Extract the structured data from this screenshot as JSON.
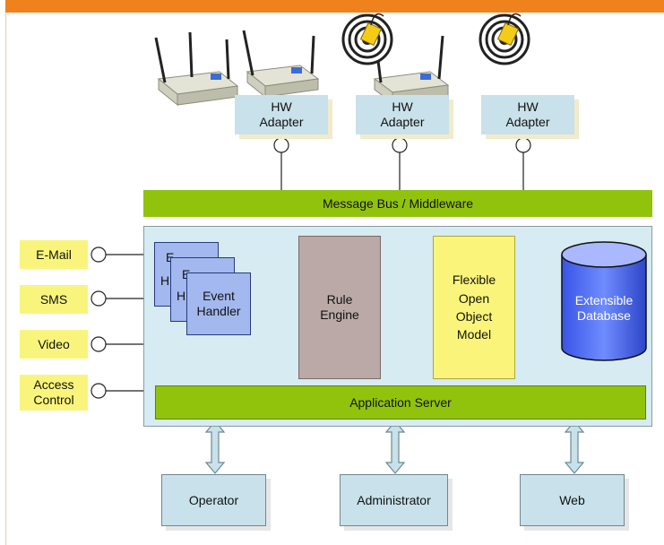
{
  "hw_adapters": [
    {
      "label": "HW\nAdapter"
    },
    {
      "label": "HW\nAdapter"
    },
    {
      "label": "HW\nAdapter"
    }
  ],
  "message_bus": {
    "label": "Message Bus / Middleware"
  },
  "channels": [
    {
      "label": "E-Mail"
    },
    {
      "label": "SMS"
    },
    {
      "label": "Video"
    },
    {
      "label": "Access\nControl"
    }
  ],
  "event_handler": {
    "label": "Event\nHandler",
    "stack_letters": [
      "E",
      "H",
      "E",
      "H"
    ]
  },
  "rule_engine": {
    "label": "Rule\nEngine"
  },
  "object_model": {
    "label": "Flexible\nOpen\nObject\nModel"
  },
  "database": {
    "label": "Extensible\nDatabase"
  },
  "app_server": {
    "label": "Application Server"
  },
  "clients": [
    {
      "label": "Operator"
    },
    {
      "label": "Administrator"
    },
    {
      "label": "Web"
    }
  ],
  "colors": {
    "accent": "#f0821e",
    "bus_green": "#91c30d",
    "channel_yellow": "#f9f57c",
    "panel_blue": "#d6ebf2",
    "database_blue": "#3e5cf0"
  }
}
